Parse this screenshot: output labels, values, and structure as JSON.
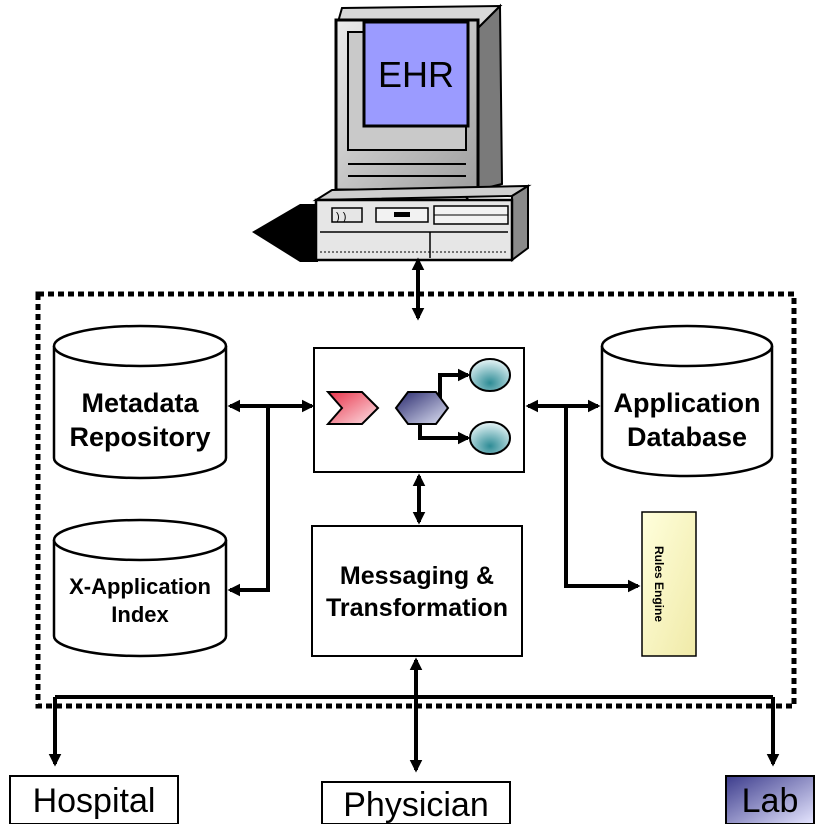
{
  "computer": {
    "screen_label": "EHR",
    "screen_color": "#9b9bff"
  },
  "components": {
    "metadata_repository": [
      "Metadata",
      "Repository"
    ],
    "x_application_index": [
      "X-Application",
      "Index"
    ],
    "application_database": [
      "Application",
      "Database"
    ],
    "messaging_transformation": [
      "Messaging &",
      "Transformation"
    ],
    "rules_engine": "Rules Engine"
  },
  "endpoints": {
    "hospital": "Hospital",
    "physician": "Physician",
    "lab": "Lab"
  },
  "colors": {
    "lab_gradient_dark": "#3c3c8c",
    "lab_gradient_light": "#e6e6ff",
    "rules_gradient_light": "#ffffdc",
    "rules_gradient_dark": "#f0eaa8",
    "workflow_start": "#e8334a",
    "workflow_diamond": "#2a2a6e",
    "workflow_circle": "#2e8c96"
  }
}
